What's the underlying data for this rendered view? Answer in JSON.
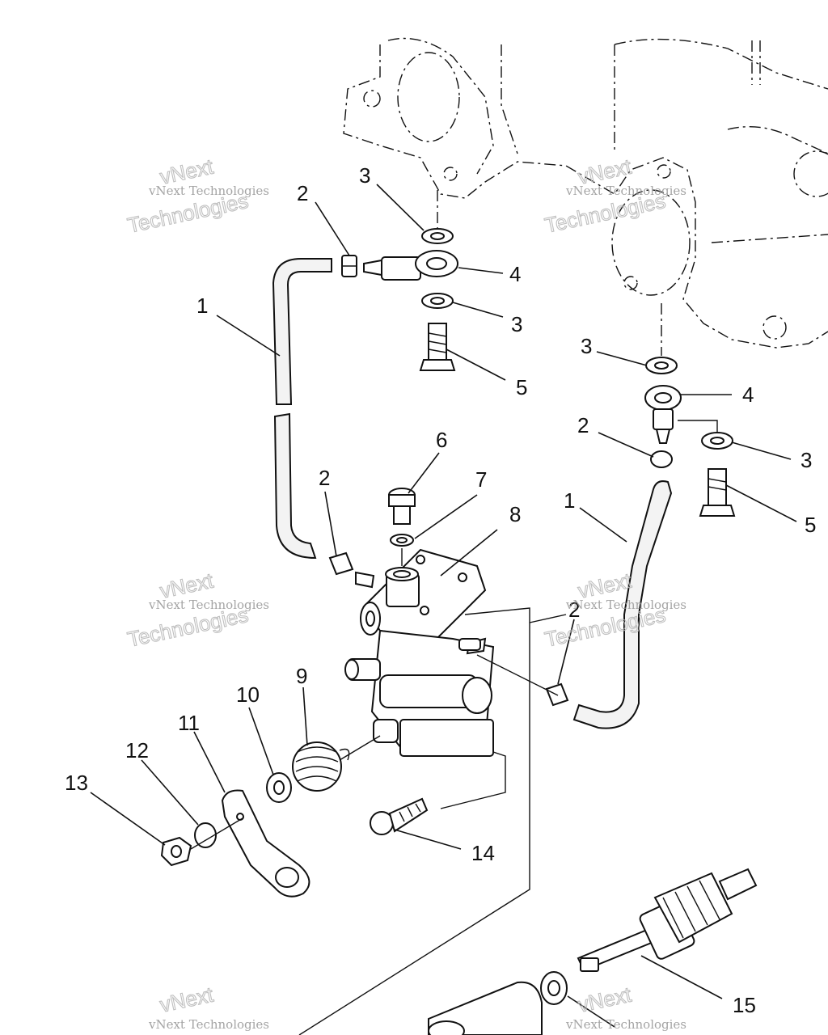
{
  "callouts": [
    "1",
    "2",
    "3",
    "4",
    "5",
    "6",
    "7",
    "8",
    "9",
    "10",
    "11",
    "12",
    "13",
    "14",
    "15"
  ],
  "watermark": {
    "text_small": "vNext Technologies",
    "text_line1": "vNext",
    "text_line2": "Technologies"
  }
}
